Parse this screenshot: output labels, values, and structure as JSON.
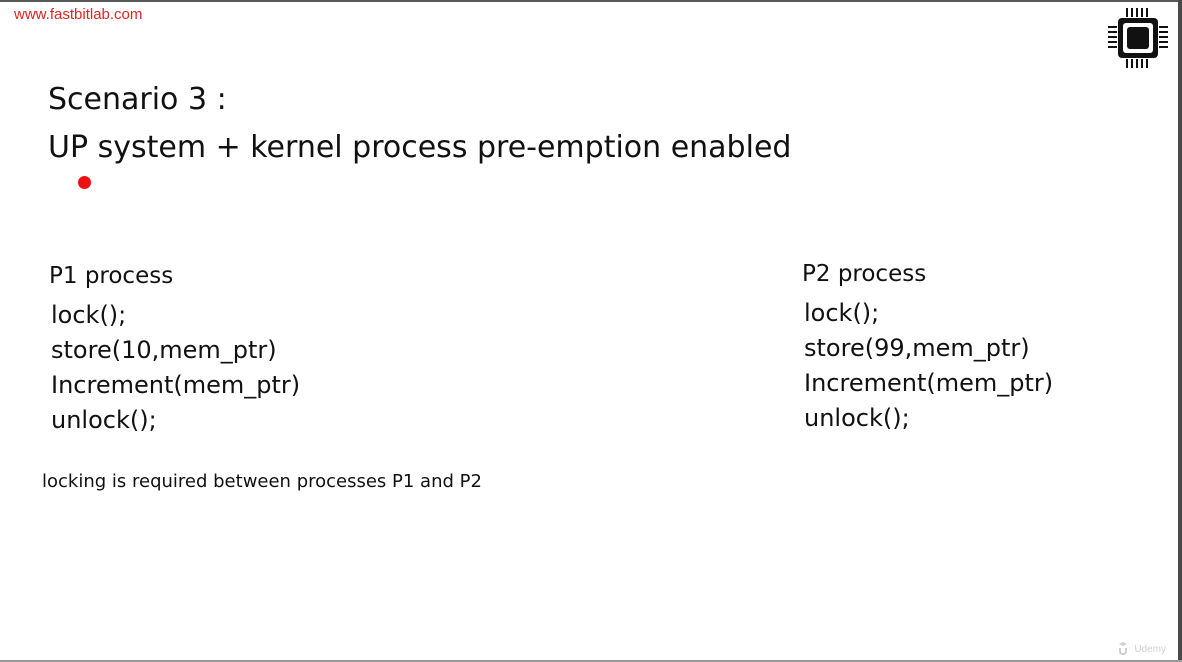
{
  "header": {
    "website_url": "www.fastbitlab.com",
    "logo_icon": "chip-icon"
  },
  "slide": {
    "title": "Scenario 3 :",
    "subtitle": "UP system + kernel process pre-emption enabled",
    "p1": {
      "heading": "P1 process",
      "code_lines": [
        "lock();",
        "store(10,mem_ptr)",
        "Increment(mem_ptr)",
        "unlock();"
      ]
    },
    "p2": {
      "heading": "P2 process",
      "code_lines": [
        "lock();",
        "store(99,mem_ptr)",
        "Increment(mem_ptr)",
        "unlock();"
      ]
    },
    "note": "locking is required between processes P1 and P2"
  },
  "watermark": {
    "icon": "udemy-icon",
    "text": "Udemy"
  },
  "colors": {
    "url_text": "#e32222",
    "pointer_dot": "#ee1111",
    "body_text": "#111111",
    "logo_dark": "#111111"
  }
}
